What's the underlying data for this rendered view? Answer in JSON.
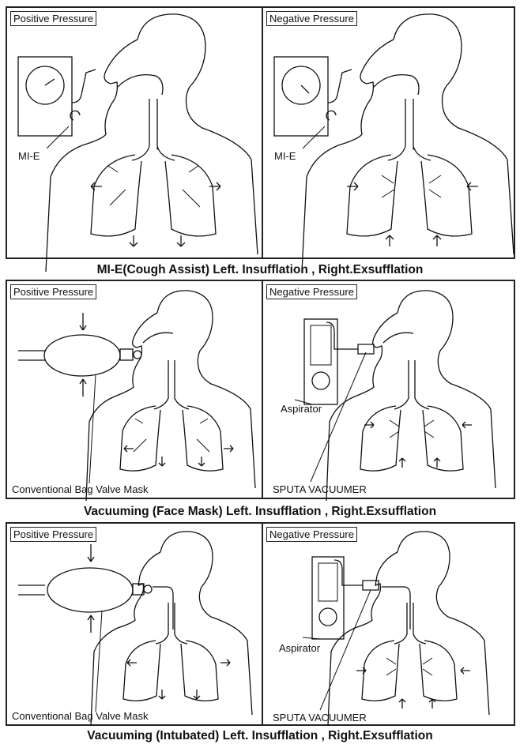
{
  "rows": [
    {
      "left": {
        "tag": "Positive Pressure",
        "device_label": "MI-E"
      },
      "right": {
        "tag": "Negative Pressure",
        "device_label": "MI-E"
      },
      "caption": "MI-E(Cough Assist) Left. Insufflation , Right.Exsufflation"
    },
    {
      "left": {
        "tag": "Positive Pressure",
        "device_label": "Conventional Bag Valve Mask"
      },
      "right": {
        "tag": "Negative Pressure",
        "device_label": "Aspirator",
        "device_label_2": "SPUTA VACUUMER"
      },
      "caption": "Vacuuming (Face Mask) Left. Insufflation , Right.Exsufflation"
    },
    {
      "left": {
        "tag": "Positive Pressure",
        "device_label": "Conventional Bag Valve Mask"
      },
      "right": {
        "tag": "Negative Pressure",
        "device_label": "Aspirator",
        "device_label_2": "SPUTA VACUUMER"
      },
      "caption": "Vacuuming (Intubated) Left. Insufflation , Right.Exsufflation"
    }
  ]
}
